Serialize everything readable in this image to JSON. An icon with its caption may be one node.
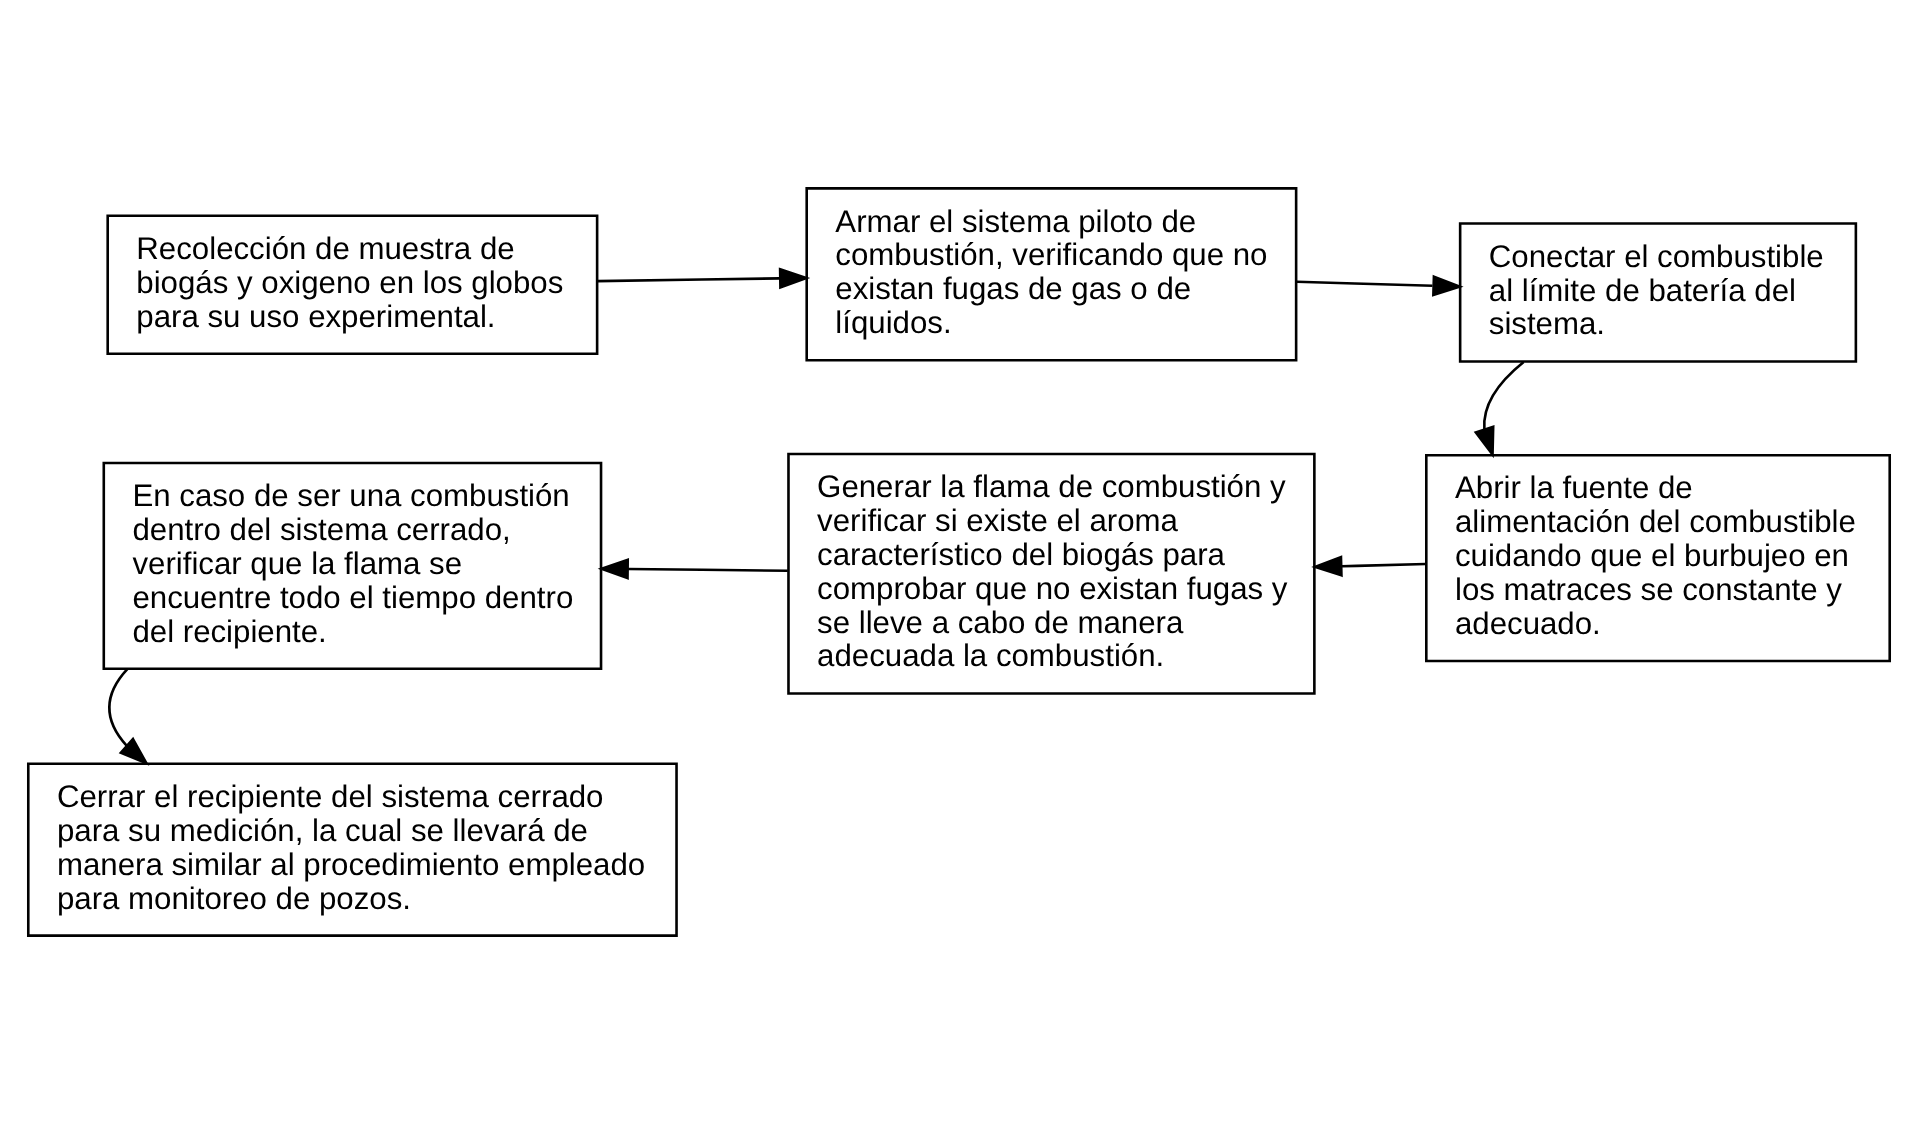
{
  "diagram": {
    "nodes": [
      {
        "text": [
          "Recolección de muestra de biogás y oxigeno en los globos para su uso experimental."
        ]
      },
      {
        "text": [
          "Armar el sistema piloto de combustión, verificando que no existan fugas de gas o de líquidos."
        ]
      },
      {
        "text": [
          "Conectar el combustible al límite de batería del sistema."
        ]
      },
      {
        "text": [
          "Abrir la fuente de alimentación del combustible cuidando que el burbujeo en los matraces se constante y adecuado."
        ]
      },
      {
        "text": [
          "Generar la flama de combustión y verificar si existe el aroma característico del biogás para comprobar que no existan fugas y se lleve a cabo de manera adecuada la combustión."
        ]
      },
      {
        "text": [
          "En caso de ser una combustión dentro del sistema cerrado, verificar que la flama se encuentre todo el tiempo dentro del recipiente."
        ]
      },
      {
        "text": [
          "Cerrar el recipiente del sistema cerrado para su medición, la cual se llevará de manera similar al procedimiento empleado para monitoreo de pozos."
        ]
      }
    ],
    "edges": [
      {
        "from": 0,
        "to": 1,
        "arrow": "to"
      },
      {
        "from": 1,
        "to": 2,
        "arrow": "to"
      },
      {
        "from": 2,
        "to": 3,
        "arrow": "to"
      },
      {
        "from": 3,
        "to": 4,
        "arrow": "to"
      },
      {
        "from": 4,
        "to": 5,
        "arrow": "to"
      },
      {
        "from": 5,
        "to": 6,
        "arrow": "to"
      }
    ]
  }
}
